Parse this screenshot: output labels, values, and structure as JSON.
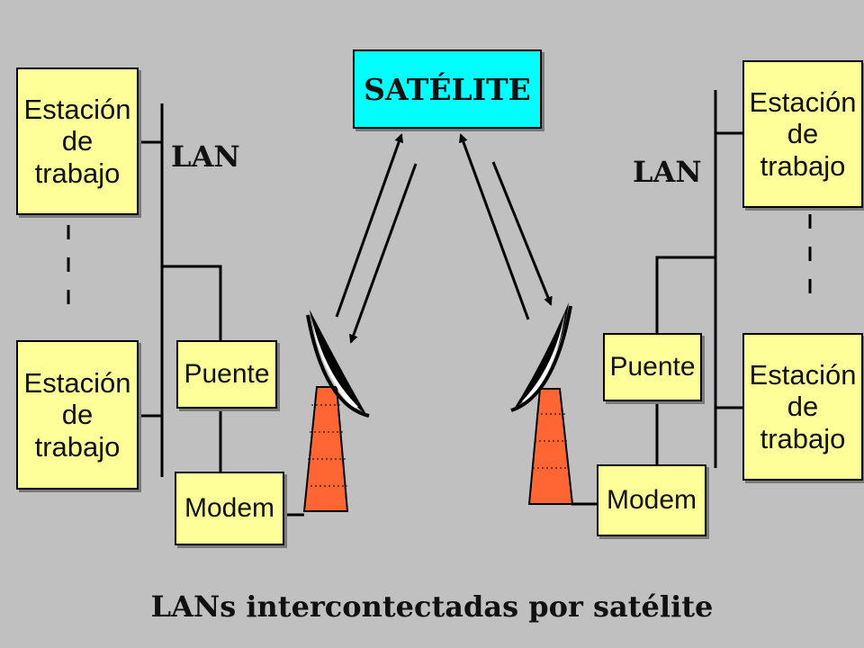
{
  "satellite_label": "SATÉLITE",
  "lan_label": "LAN",
  "station_label": [
    "Estación",
    "de",
    "trabajo"
  ],
  "bridge_label": "Puente",
  "modem_label": "Modem",
  "caption": "LANs intercontectadas por satélite",
  "colors": {
    "background": "#c0c0c0",
    "box_fill": "#ffff99",
    "satellite_fill": "#00ffff",
    "antenna_base": "#ff6633",
    "dish": "#ffffff"
  },
  "icons": [
    "satellite-dish-icon",
    "antenna-tower-icon"
  ]
}
